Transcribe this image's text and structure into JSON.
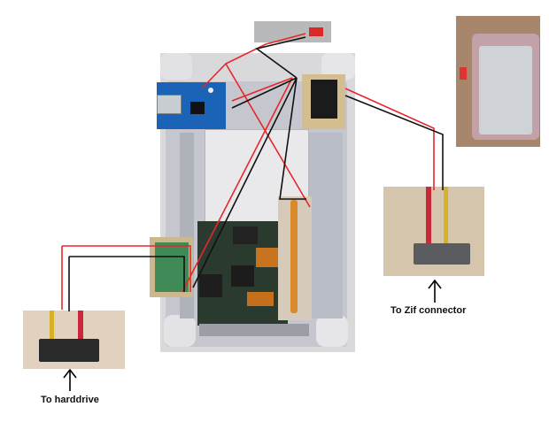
{
  "labels": {
    "harddrive": "To harddrive",
    "zif": "To Zif connector"
  },
  "wire_colors": {
    "red": "#e8262a",
    "black": "#111111"
  },
  "photos": [
    "main-enclosure-photo",
    "charger-module-photo",
    "battery-photo",
    "battery-connector-photo",
    "zif-connector-photo",
    "harddrive-connector-photo",
    "power-switch-photo",
    "sata-adapter-board-photo",
    "ribbon-cable-photo",
    "display-panel-photo"
  ],
  "arrows": [
    "up-arrow-icon",
    "up-arrow-icon"
  ]
}
